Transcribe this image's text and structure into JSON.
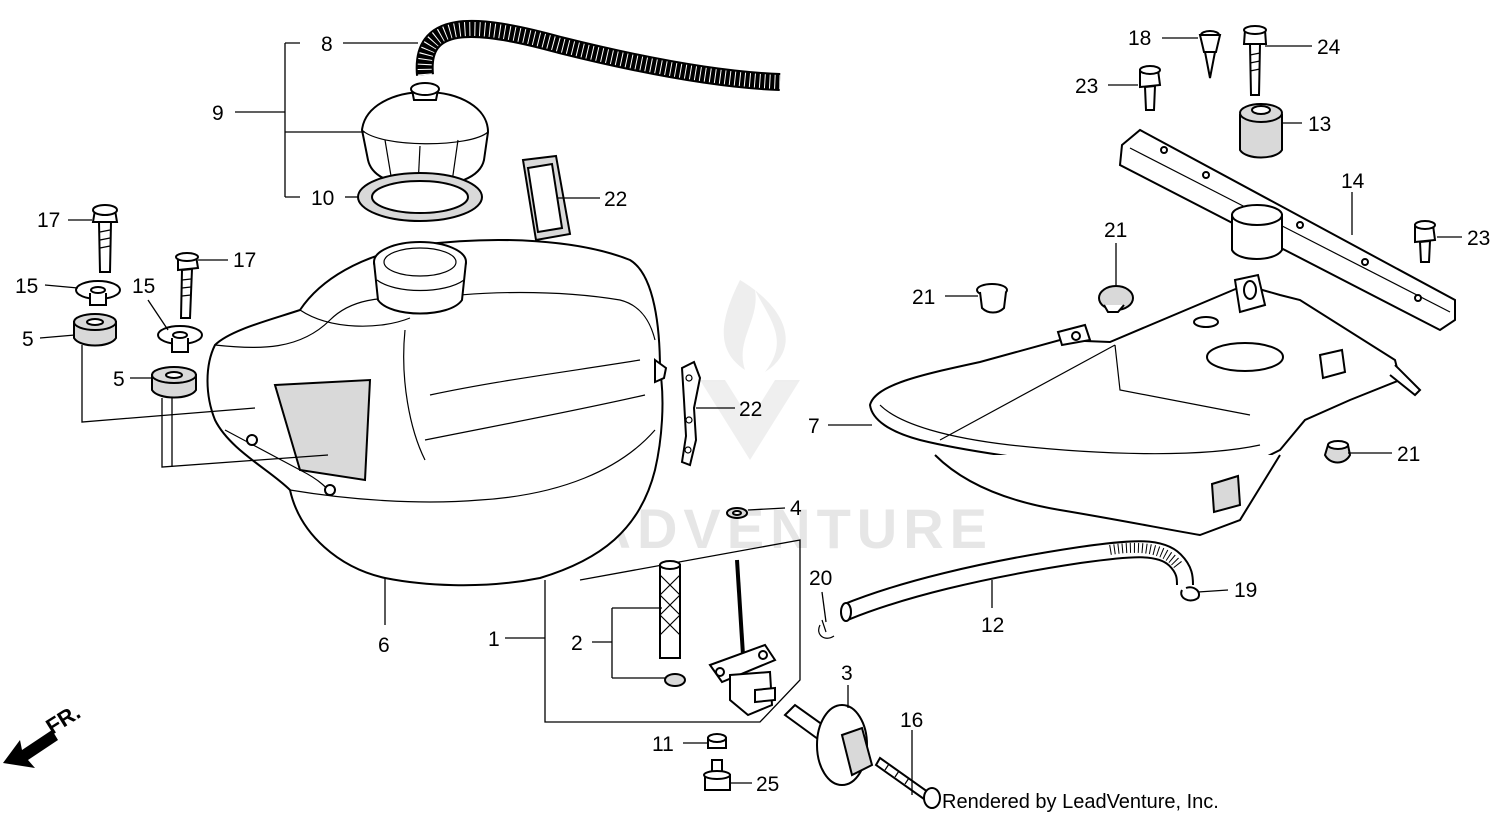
{
  "watermark": "LEADVENTURE",
  "credit": "Rendered by LeadVenture, Inc.",
  "direction_label": "FR.",
  "callouts": [
    "1",
    "2",
    "3",
    "4",
    "5",
    "5",
    "6",
    "7",
    "8",
    "9",
    "10",
    "11",
    "12",
    "13",
    "14",
    "15",
    "15",
    "16",
    "17",
    "17",
    "18",
    "19",
    "20",
    "21",
    "21",
    "21",
    "22",
    "22",
    "23",
    "23",
    "24",
    "25"
  ]
}
